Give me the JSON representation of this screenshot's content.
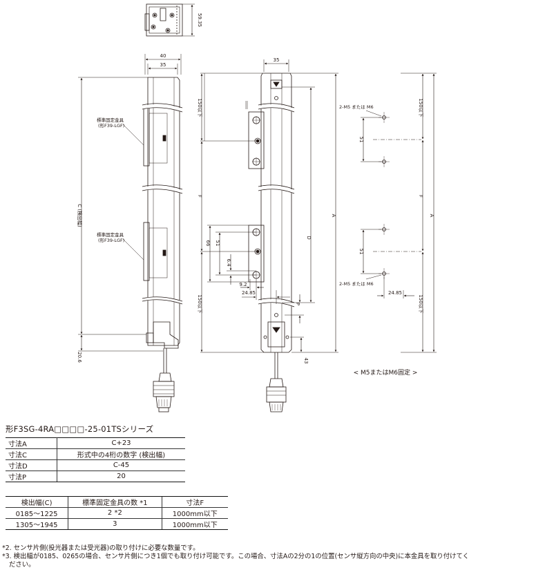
{
  "drawing": {
    "labels": {
      "d5935": "59.35",
      "d40": "40",
      "d35a": "35",
      "d35b": "35",
      "bracket1": "標準固定金具",
      "bracket1_model": "(形F39-LGF)",
      "bracket2": "標準固定金具",
      "bracket2_model": "(形F39-LGF)",
      "c_detect": "C (検出幅)",
      "d206": "20.6",
      "f150_top": "150以下",
      "f_left": "F",
      "f150_bottom": "150以下",
      "d66": "66",
      "d51_mid": "51",
      "d64": "6.4",
      "d92": "9.2",
      "d2485_mid": "24.85",
      "d_label": "D",
      "p_label": "P",
      "a_mid": "A",
      "d43": "43",
      "m5_top": "2-M5 または M6",
      "d51_top": "51",
      "d51_bottom": "51",
      "m5_bottom": "2-M5 または M6",
      "d2485_right": "24.85",
      "r150_top": "150以下",
      "f_right": "F",
      "r150_bottom": "150以下",
      "a_right": "A",
      "fix_caption": "< M5またはM6固定 >"
    }
  },
  "series_title": "形F3SG-4RA□□□□-25-01TSシリーズ",
  "dims_table": {
    "rows": [
      {
        "key": "寸法A",
        "value": "C+23"
      },
      {
        "key": "寸法C",
        "value": "形式中の4桁の数字 (検出幅)"
      },
      {
        "key": "寸法D",
        "value": "C-45"
      },
      {
        "key": "寸法P",
        "value": "20"
      }
    ]
  },
  "range_table": {
    "headers": [
      "検出幅(C)",
      "標準固定金具の数 *1",
      "寸法F"
    ],
    "rows": [
      [
        "0185～1225",
        "2 *2",
        "1000mm以下"
      ],
      [
        "1305～1945",
        "3",
        "1000mm以下"
      ]
    ]
  },
  "notes": [
    "*2. センサ片側(投光器または受光器)の取り付けに必要な数量です。",
    "*3. 検出幅が0185、0265の場合、センサ片側につき1個でも取り付け可能です。この場合、寸法Aの2分の1の位置(センサ縦方向の中央)に本金具を取り付けてく",
    "ださい。"
  ]
}
